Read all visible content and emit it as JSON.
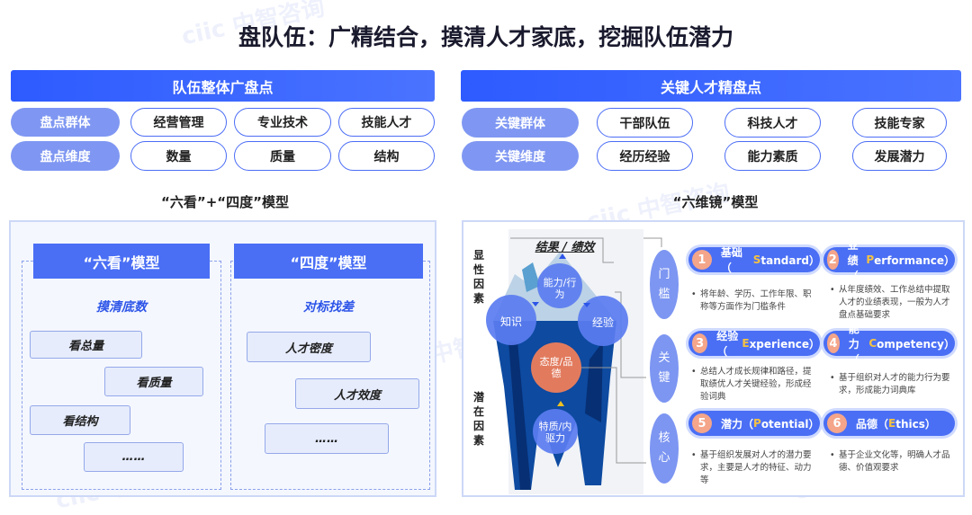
{
  "title": "盘队伍：广精结合，摸清人才家底，挖掘队伍潜力",
  "watermark": "ciic 中智咨询",
  "left_top": {
    "header": "队伍整体广盘点",
    "rows": [
      {
        "label": "盘点群体",
        "items": [
          "经营管理",
          "专业技术",
          "技能人才"
        ]
      },
      {
        "label": "盘点维度",
        "items": [
          "数量",
          "质量",
          "结构"
        ]
      }
    ]
  },
  "right_top": {
    "header": "关键人才精盘点",
    "rows": [
      {
        "label": "关键群体",
        "items": [
          "干部队伍",
          "科技人才",
          "技能专家"
        ]
      },
      {
        "label": "关键维度",
        "items": [
          "经历经验",
          "能力素质",
          "发展潜力"
        ]
      }
    ]
  },
  "left_sub": "“六看”+“四度”模型",
  "right_sub": "“六维镜”模型",
  "six_look": {
    "header": "“六看”模型",
    "tagline": "摸清底数",
    "items": [
      "看总量",
      "看质量",
      "看结构",
      "……"
    ]
  },
  "four_degree": {
    "header": "“四度”模型",
    "tagline": "对标找差",
    "items": [
      "人才密度",
      "人才效度",
      "……"
    ]
  },
  "iceberg": {
    "top_label": "结果 / 绩效",
    "explicit": "显性因素",
    "latent": "潜在因素",
    "nodes": [
      "能力/行为",
      "知识",
      "经验",
      "态度/品德",
      "特质/内驱力"
    ],
    "tiers": [
      "门槛",
      "关键",
      "核心"
    ],
    "colors": {
      "node": "#5a7cf0",
      "attitude": "#e27b5e",
      "ice_dark": "#0d4aa0",
      "ice_light": "#bcd2e6"
    }
  },
  "dimensions": [
    {
      "num": "1",
      "name": "基础（",
      "en_first": "S",
      "en_rest": "tandard）",
      "desc": "将年龄、学历、工作年限、职称等方面作为门槛条件"
    },
    {
      "num": "2",
      "name": "业绩（",
      "en_first": "P",
      "en_rest": "erformance）",
      "desc": "从年度绩效、工作总结中提取人才的业绩表现，一般为人才盘点基础要求"
    },
    {
      "num": "3",
      "name": "经验（",
      "en_first": "E",
      "en_rest": "xperience）",
      "desc": "总结人才成长规律和路径，提取绩优人才关键经验，形成经验词典"
    },
    {
      "num": "4",
      "name": "能力（",
      "en_first": "C",
      "en_rest": "ompetency）",
      "desc": "基于组织对人才的能力行为要求，形成能力词典库"
    },
    {
      "num": "5",
      "name": "潜力（",
      "en_first": "P",
      "en_rest": "otential）",
      "desc": "基于组织发展对人才的潜力要求，主要是人才的特征、动力等"
    },
    {
      "num": "6",
      "name": "品德（",
      "en_first": "E",
      "en_rest": "thics）",
      "desc": "基于企业文化等，明确人才品德、价值观要求"
    }
  ]
}
